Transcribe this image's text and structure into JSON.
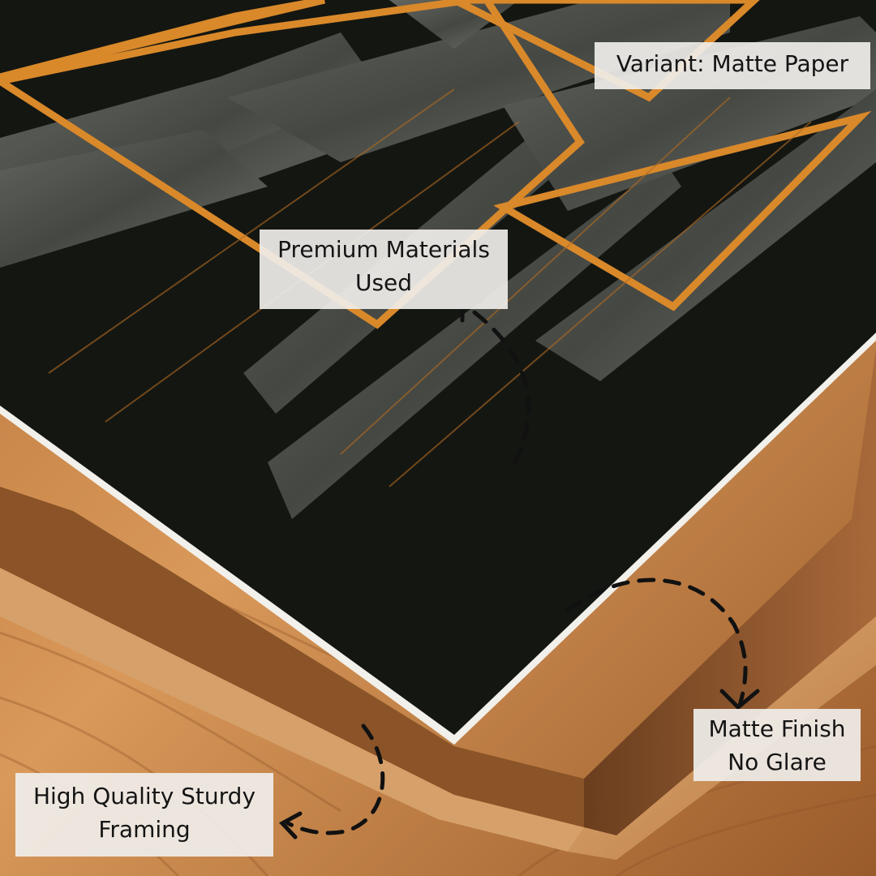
{
  "labels": {
    "variant": "Variant: Matte Paper",
    "premium": [
      "Premium Materials",
      "Used"
    ],
    "matte": [
      "Matte Finish",
      "No Glare"
    ],
    "framing": [
      "High Quality Sturdy",
      "Framing"
    ]
  },
  "colors": {
    "wood_light": "#c98a4e",
    "wood_dark": "#7a4a25",
    "poster_black": "#141612",
    "panel_grey": "#5b5d57",
    "gold_accent": "#d9892a",
    "label_bg": "#efeeea",
    "label_text": "#141414",
    "arrow": "#111111"
  }
}
